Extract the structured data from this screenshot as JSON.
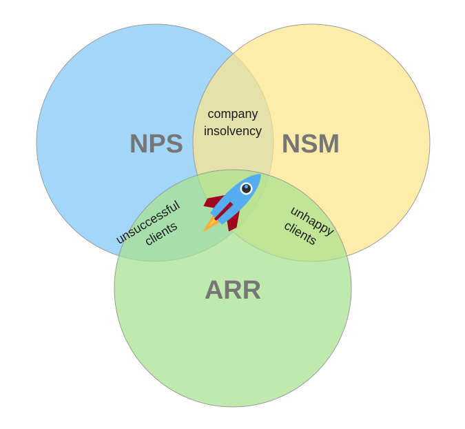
{
  "circles": {
    "nps": {
      "label": "NPS",
      "color": "#7fc8f8"
    },
    "nsm": {
      "label": "NSM",
      "color": "#fde48a"
    },
    "arr": {
      "label": "ARR",
      "color": "#a8e28e"
    }
  },
  "intersections": {
    "nps_nsm": {
      "line1": "company",
      "line2": "insolvency"
    },
    "nps_arr": {
      "line1": "unsuccessful",
      "line2": "clients"
    },
    "nsm_arr": {
      "line1": "unhappy",
      "line2": "clients"
    }
  },
  "center_icon": "rocket-icon",
  "colors": {
    "circle_stroke": "#9a9a9a",
    "big_label": "#767676",
    "rocket_body": "#55acee",
    "rocket_fin": "#a0041e",
    "rocket_flame": "#ffac33",
    "rocket_window": "#292f33"
  }
}
